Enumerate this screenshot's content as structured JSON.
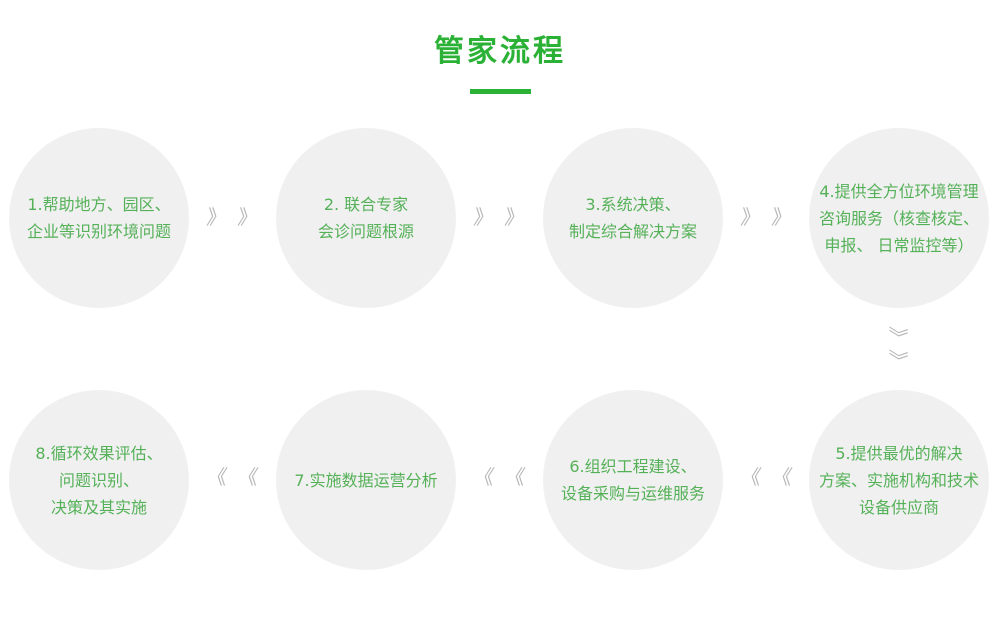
{
  "page": {
    "title": "管家流程"
  },
  "colors": {
    "accent_green": "#2bb236",
    "circle_text_green": "#55b158",
    "circle_background": "#f0f0f0",
    "arrow_gray": "#b7b7b7"
  },
  "steps": [
    {
      "id": 1,
      "lines": [
        "1.帮助地方、园区、",
        "企业等识别环境问题"
      ]
    },
    {
      "id": 2,
      "lines": [
        "2. 联合专家",
        "会诊问题根源"
      ]
    },
    {
      "id": 3,
      "lines": [
        "3.系统决策、",
        "制定综合解决方案"
      ]
    },
    {
      "id": 4,
      "lines": [
        "4.提供全方位环境管理",
        "咨询服务（核查核定、",
        "申报、 日常监控等）"
      ]
    },
    {
      "id": 5,
      "lines": [
        "5.提供最优的解决",
        "方案、实施机构和技术",
        "设备供应商"
      ]
    },
    {
      "id": 6,
      "lines": [
        "6.组织工程建设、",
        "设备采购与运维服务"
      ]
    },
    {
      "id": 7,
      "lines": [
        "7.实施数据运营分析"
      ]
    },
    {
      "id": 8,
      "lines": [
        "8.循环效果评估、",
        "问题识别、",
        "决策及其实施"
      ]
    }
  ],
  "arrows": {
    "forward": "》",
    "backward": "《",
    "down": "》"
  }
}
